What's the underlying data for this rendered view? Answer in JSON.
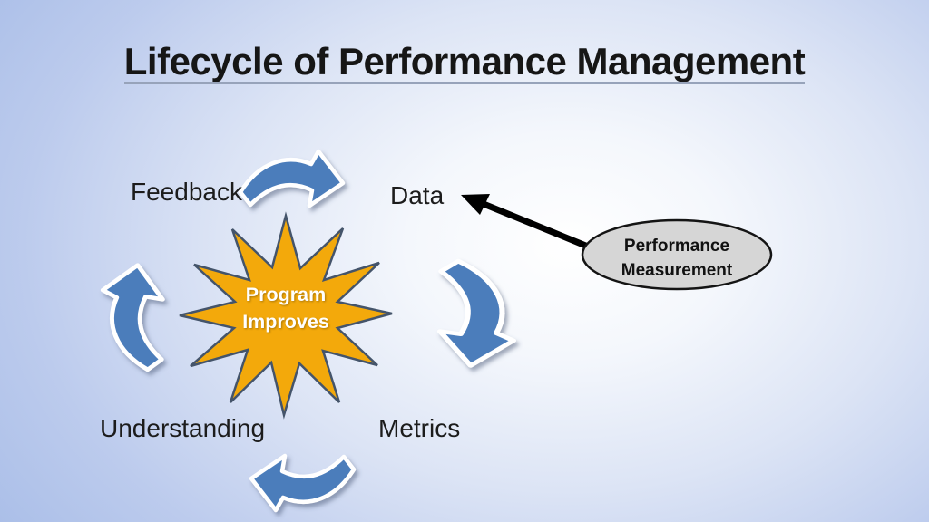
{
  "slide": {
    "title": "Lifecycle of Performance Management"
  },
  "cycle": {
    "feedback_label": "Feedback",
    "data_label": "Data",
    "metrics_label": "Metrics",
    "understanding_label": "Understanding"
  },
  "starburst": {
    "line1": "Program",
    "line2": "Improves",
    "fill": "#F3A90B",
    "outline": "#44546A",
    "text_color": "#FFFFFF"
  },
  "callout": {
    "line1": "Performance",
    "line2": "Measurement",
    "fill": "#D6D6D6",
    "outline": "#141414"
  },
  "arrows": {
    "cycle_fill": "#4C7DBB",
    "cycle_outline": "#FFFFFF",
    "pointer_fill": "#000000"
  },
  "background": {
    "edge": "#A7BCE7",
    "center": "#FFFFFF"
  }
}
